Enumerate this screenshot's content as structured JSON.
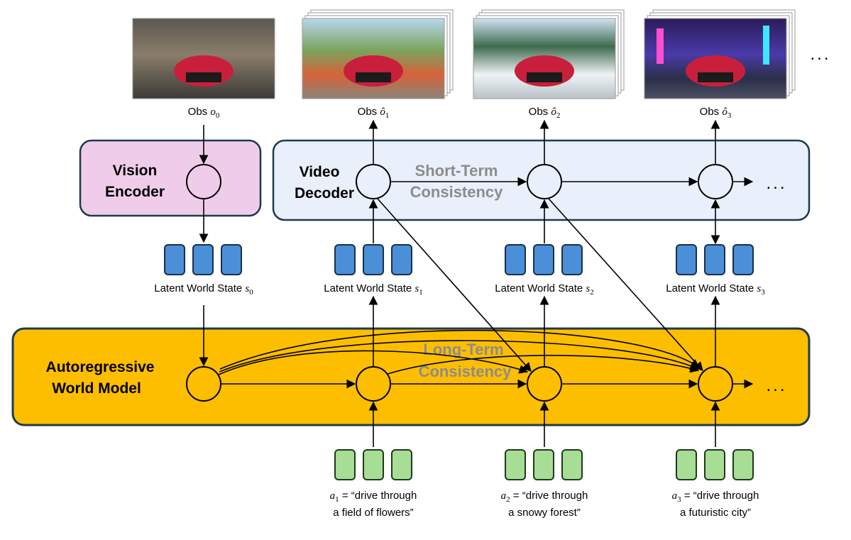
{
  "modules": {
    "vision_encoder": [
      "Vision",
      "Encoder"
    ],
    "video_decoder": [
      "Video",
      "Decoder"
    ],
    "world_model": [
      "Autoregressive",
      "World Model"
    ]
  },
  "consistency": {
    "short_term": [
      "Short-Term",
      "Consistency"
    ],
    "long_term": [
      "Long-Term",
      "Consistency"
    ]
  },
  "observations": [
    {
      "prefix": "Obs ",
      "var": "o",
      "sub": "0",
      "hat": false
    },
    {
      "prefix": "Obs ",
      "var": "ô",
      "sub": "1",
      "hat": true
    },
    {
      "prefix": "Obs ",
      "var": "ô",
      "sub": "2",
      "hat": true
    },
    {
      "prefix": "Obs ",
      "var": "ô",
      "sub": "3",
      "hat": true
    }
  ],
  "latent_states": [
    {
      "prefix": "Latent World State ",
      "var": "s",
      "sub": "0"
    },
    {
      "prefix": "Latent World State ",
      "var": "s",
      "sub": "1"
    },
    {
      "prefix": "Latent World State ",
      "var": "s",
      "sub": "2"
    },
    {
      "prefix": "Latent World State ",
      "var": "s",
      "sub": "3"
    }
  ],
  "actions": [
    {
      "var": "a",
      "sub": "1",
      "line1": " = “drive through",
      "line2": "a field of flowers”"
    },
    {
      "var": "a",
      "sub": "2",
      "line1": " = “drive through",
      "line2": "a snowy forest”"
    },
    {
      "var": "a",
      "sub": "3",
      "line1": " = “drive through",
      "line2": "a futuristic city”"
    }
  ],
  "scenes": [
    "tunnel",
    "field of flowers",
    "snowy forest",
    "futuristic city"
  ],
  "ellipsis": "...",
  "colors": {
    "vision_encoder_fill": "#efcdea",
    "video_decoder_fill": "#e9effb",
    "world_model_fill": "#fdbe00",
    "latent_token": "#4a8fd8",
    "action_token": "#a8dd96",
    "consistency_text": "#8c8c8c"
  }
}
